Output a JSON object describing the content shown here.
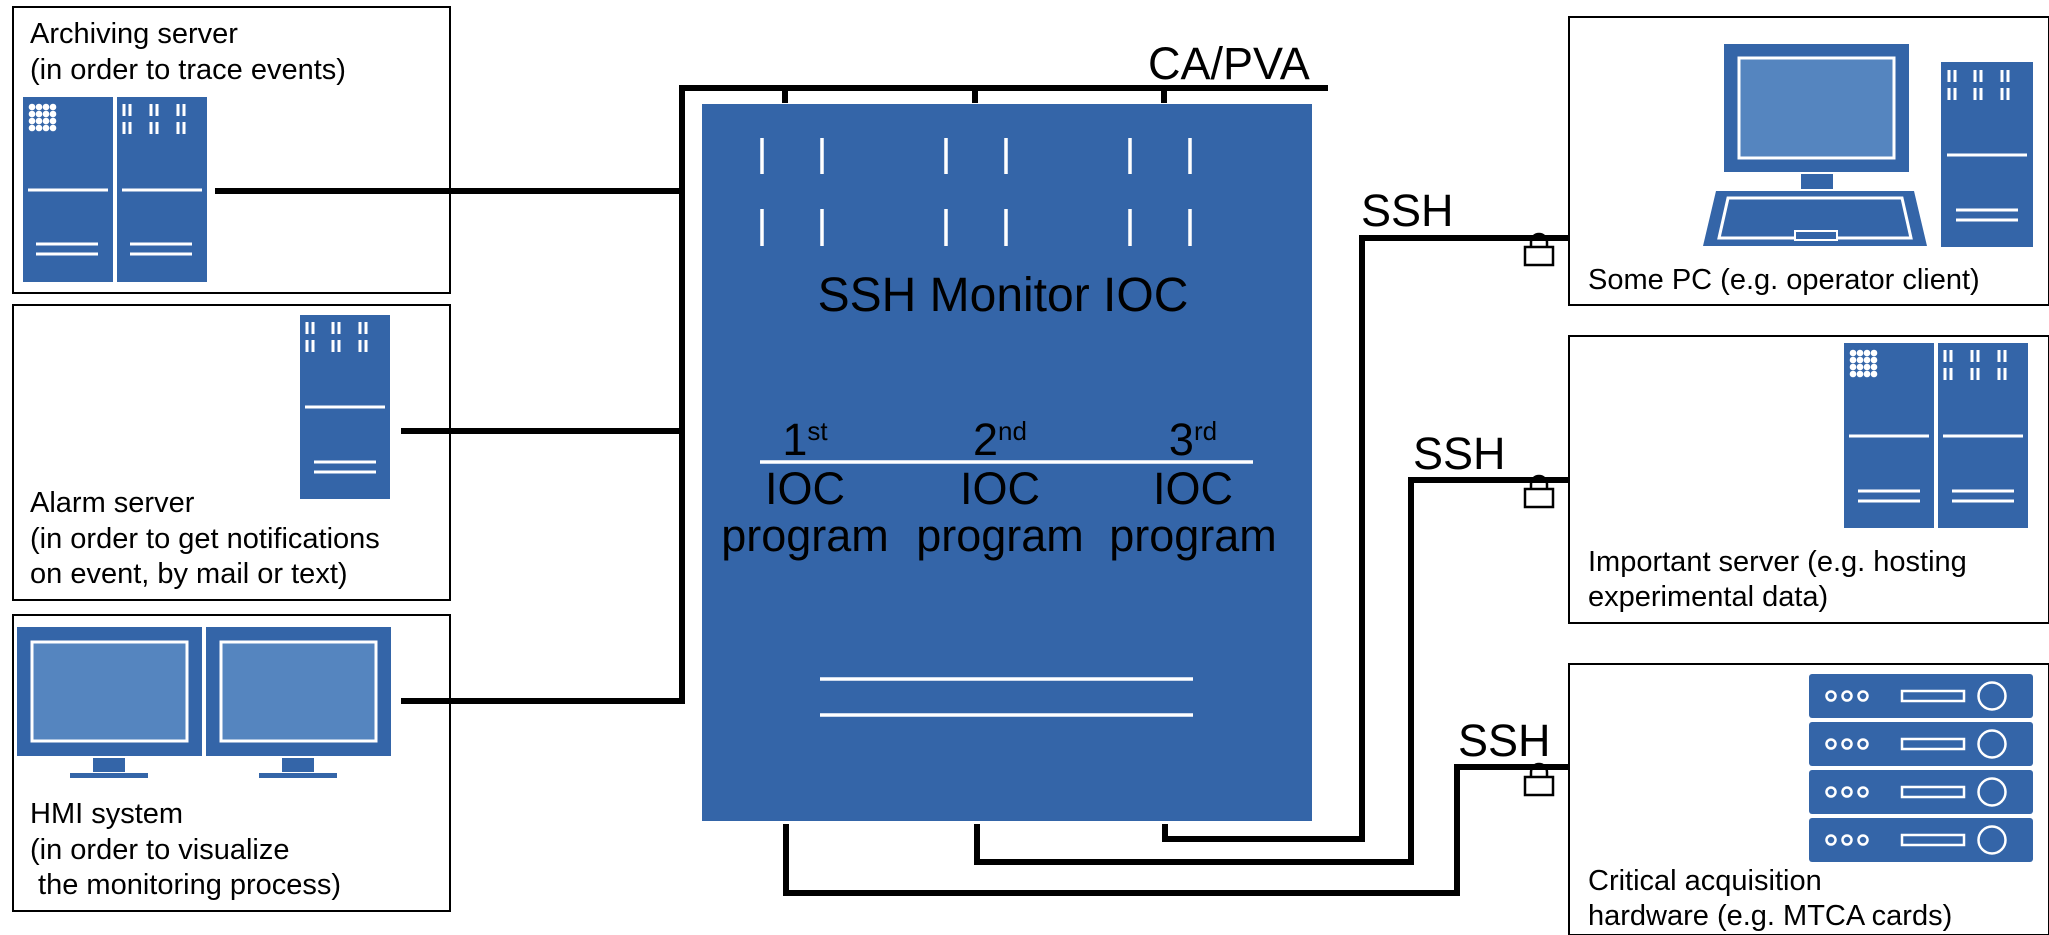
{
  "colors": {
    "device_blue": "#3465a8",
    "screen_blue": "#5585bf",
    "line": "#000000",
    "background": "#ffffff"
  },
  "ioc": {
    "title": "SSH Monitor IOC",
    "programs": [
      {
        "ordinal": "1",
        "suffix": "st",
        "line1": "IOC",
        "line2": "program"
      },
      {
        "ordinal": "2",
        "suffix": "nd",
        "line1": "IOC",
        "line2": "program"
      },
      {
        "ordinal": "3",
        "suffix": "rd",
        "line1": "IOC",
        "line2": "program"
      }
    ]
  },
  "bus_label": "CA/PVA",
  "ssh_label": "SSH",
  "clients": {
    "archiving": {
      "line1": "Archiving server",
      "line2": "(in order to trace events)",
      "icon": "server-rack-icon"
    },
    "alarm": {
      "line1": "Alarm server",
      "line2": "(in order to get notifications",
      "line3": "on event, by mail or text)",
      "icon": "server-tower-icon"
    },
    "hmi": {
      "line1": "HMI system",
      "line2": "(in order to visualize",
      "line3": " the monitoring process)",
      "icon": "dual-monitor-icon"
    }
  },
  "targets": {
    "pc": {
      "line1": "Some PC (e.g. operator client)",
      "icon": "workstation-icon"
    },
    "server": {
      "line1": "Important server (e.g. hosting",
      "line2": "experimental data)",
      "icon": "server-rack-icon"
    },
    "hardware": {
      "line1": "Critical acquisition",
      "line2": "hardware (e.g. MTCA cards)",
      "icon": "mtca-crate-icon"
    }
  }
}
